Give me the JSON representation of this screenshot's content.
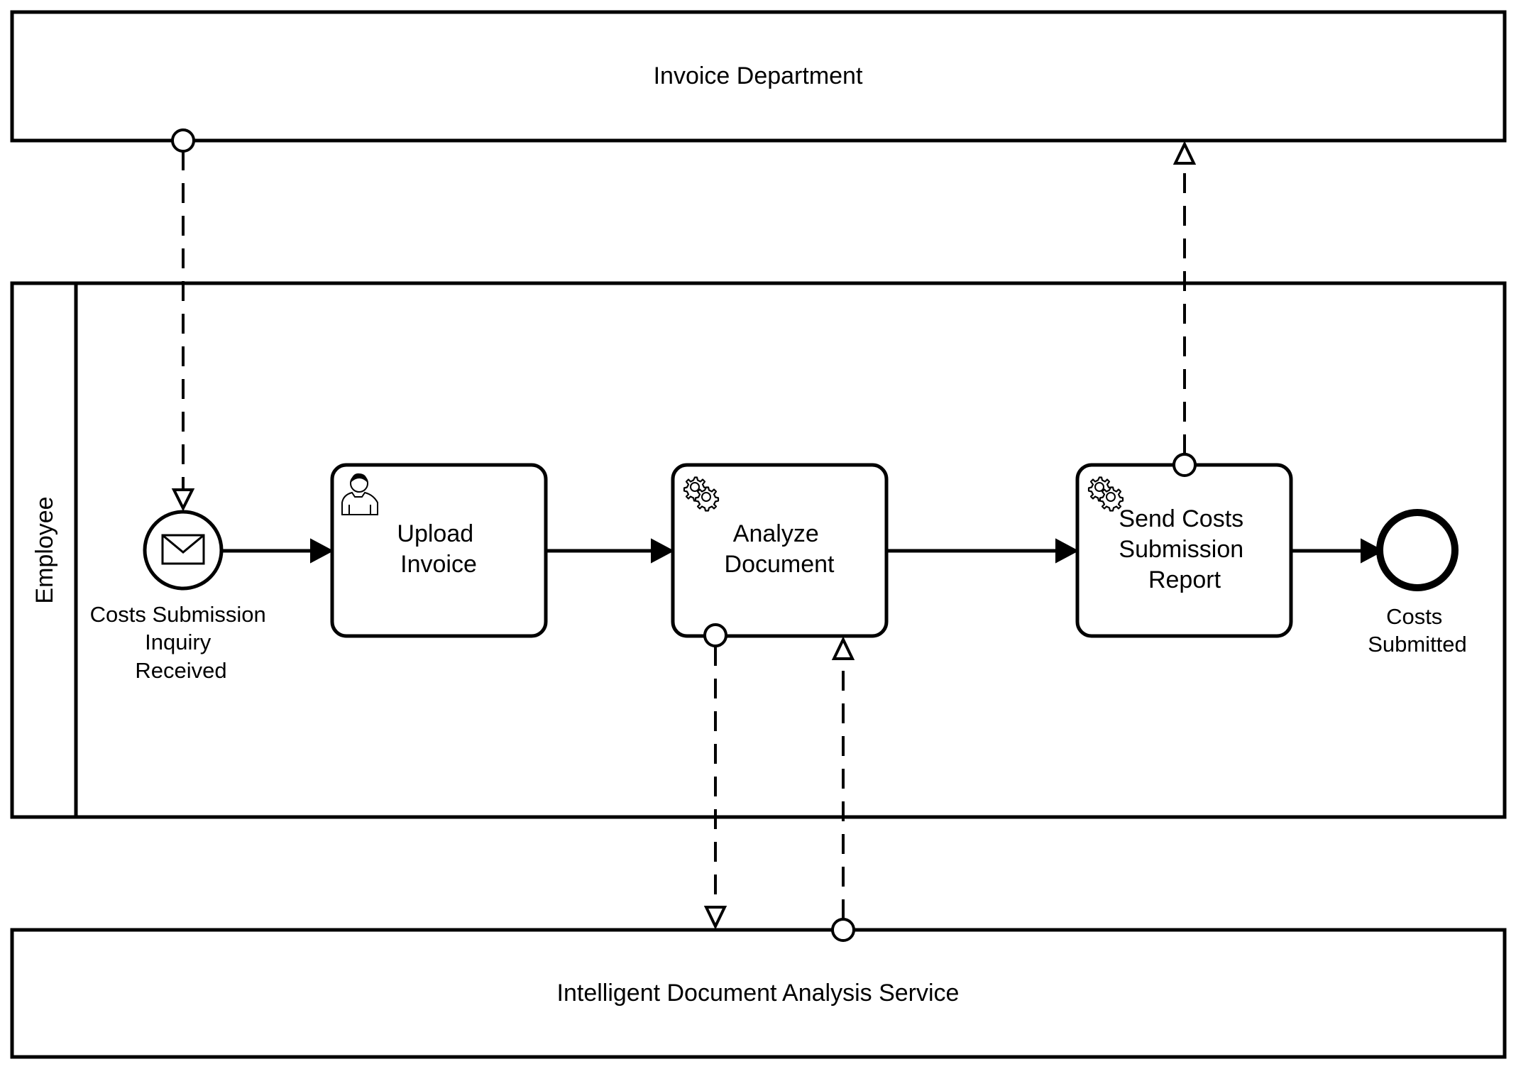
{
  "pools": {
    "invoice_department": "Invoice Department",
    "employee": "Employee",
    "ida_service": "Intelligent Document Analysis Service"
  },
  "start_event": {
    "type": "message-start-event",
    "label_lines": [
      "Costs Submission",
      "Inquiry",
      "Received"
    ]
  },
  "tasks": [
    {
      "type": "user-task",
      "icon": "user-icon",
      "label_lines": [
        "Upload",
        "Invoice"
      ]
    },
    {
      "type": "service-task",
      "icon": "gears-icon",
      "label_lines": [
        "Analyze",
        "Document"
      ]
    },
    {
      "type": "service-task",
      "icon": "gears-icon",
      "label_lines": [
        "Send Costs",
        "Submission",
        "Report"
      ]
    }
  ],
  "end_event": {
    "type": "end-event",
    "label_lines": [
      "Costs",
      "Submitted"
    ]
  }
}
